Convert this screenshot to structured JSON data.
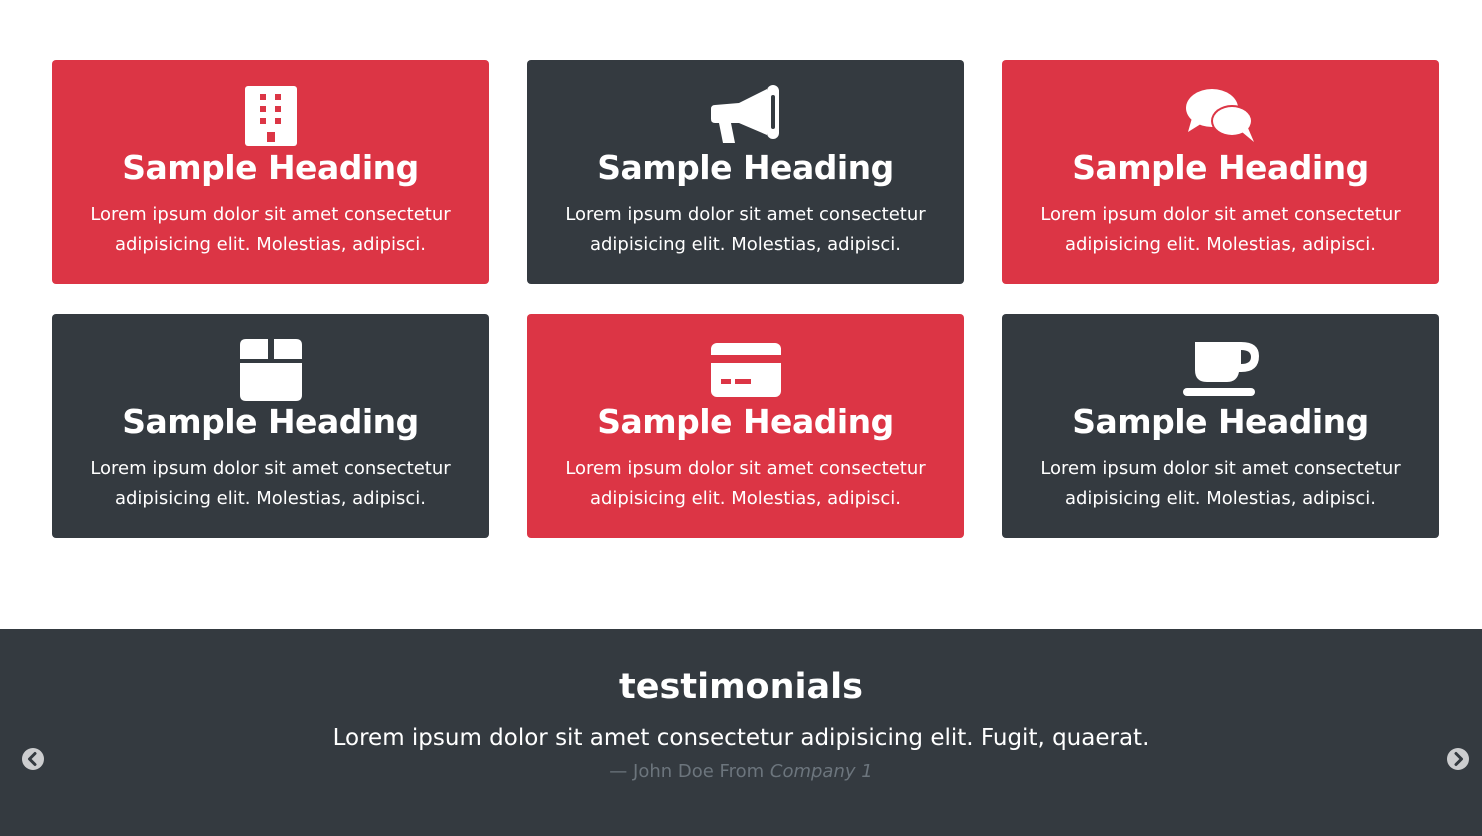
{
  "colors": {
    "red": "#dc3545",
    "dark": "#343a40",
    "muted": "#6c757d",
    "white": "#ffffff"
  },
  "cards": [
    {
      "icon": "building-icon",
      "heading": "Sample Heading",
      "text": "Lorem ipsum dolor sit amet consectetur adipisicing elit. Molestias, adipisci.",
      "color": "red"
    },
    {
      "icon": "bullhorn-icon",
      "heading": "Sample Heading",
      "text": "Lorem ipsum dolor sit amet consectetur adipisicing elit. Molestias, adipisci.",
      "color": "dark"
    },
    {
      "icon": "comments-icon",
      "heading": "Sample Heading",
      "text": "Lorem ipsum dolor sit amet consectetur adipisicing elit. Molestias, adipisci.",
      "color": "red"
    },
    {
      "icon": "box-icon",
      "heading": "Sample Heading",
      "text": "Lorem ipsum dolor sit amet consectetur adipisicing elit. Molestias, adipisci.",
      "color": "dark"
    },
    {
      "icon": "credit-card-icon",
      "heading": "Sample Heading",
      "text": "Lorem ipsum dolor sit amet consectetur adipisicing elit. Molestias, adipisci.",
      "color": "red"
    },
    {
      "icon": "coffee-icon",
      "heading": "Sample Heading",
      "text": "Lorem ipsum dolor sit amet consectetur adipisicing elit. Molestias, adipisci.",
      "color": "dark"
    }
  ],
  "testimonials": {
    "title": "testimonials",
    "quote": "Lorem ipsum dolor sit amet consectetur adipisicing elit. Fugit, quaerat.",
    "cite_prefix": "— John Doe From ",
    "cite_company": "Company 1",
    "prev_icon": "chevron-left-circle-icon",
    "next_icon": "chevron-right-circle-icon"
  }
}
